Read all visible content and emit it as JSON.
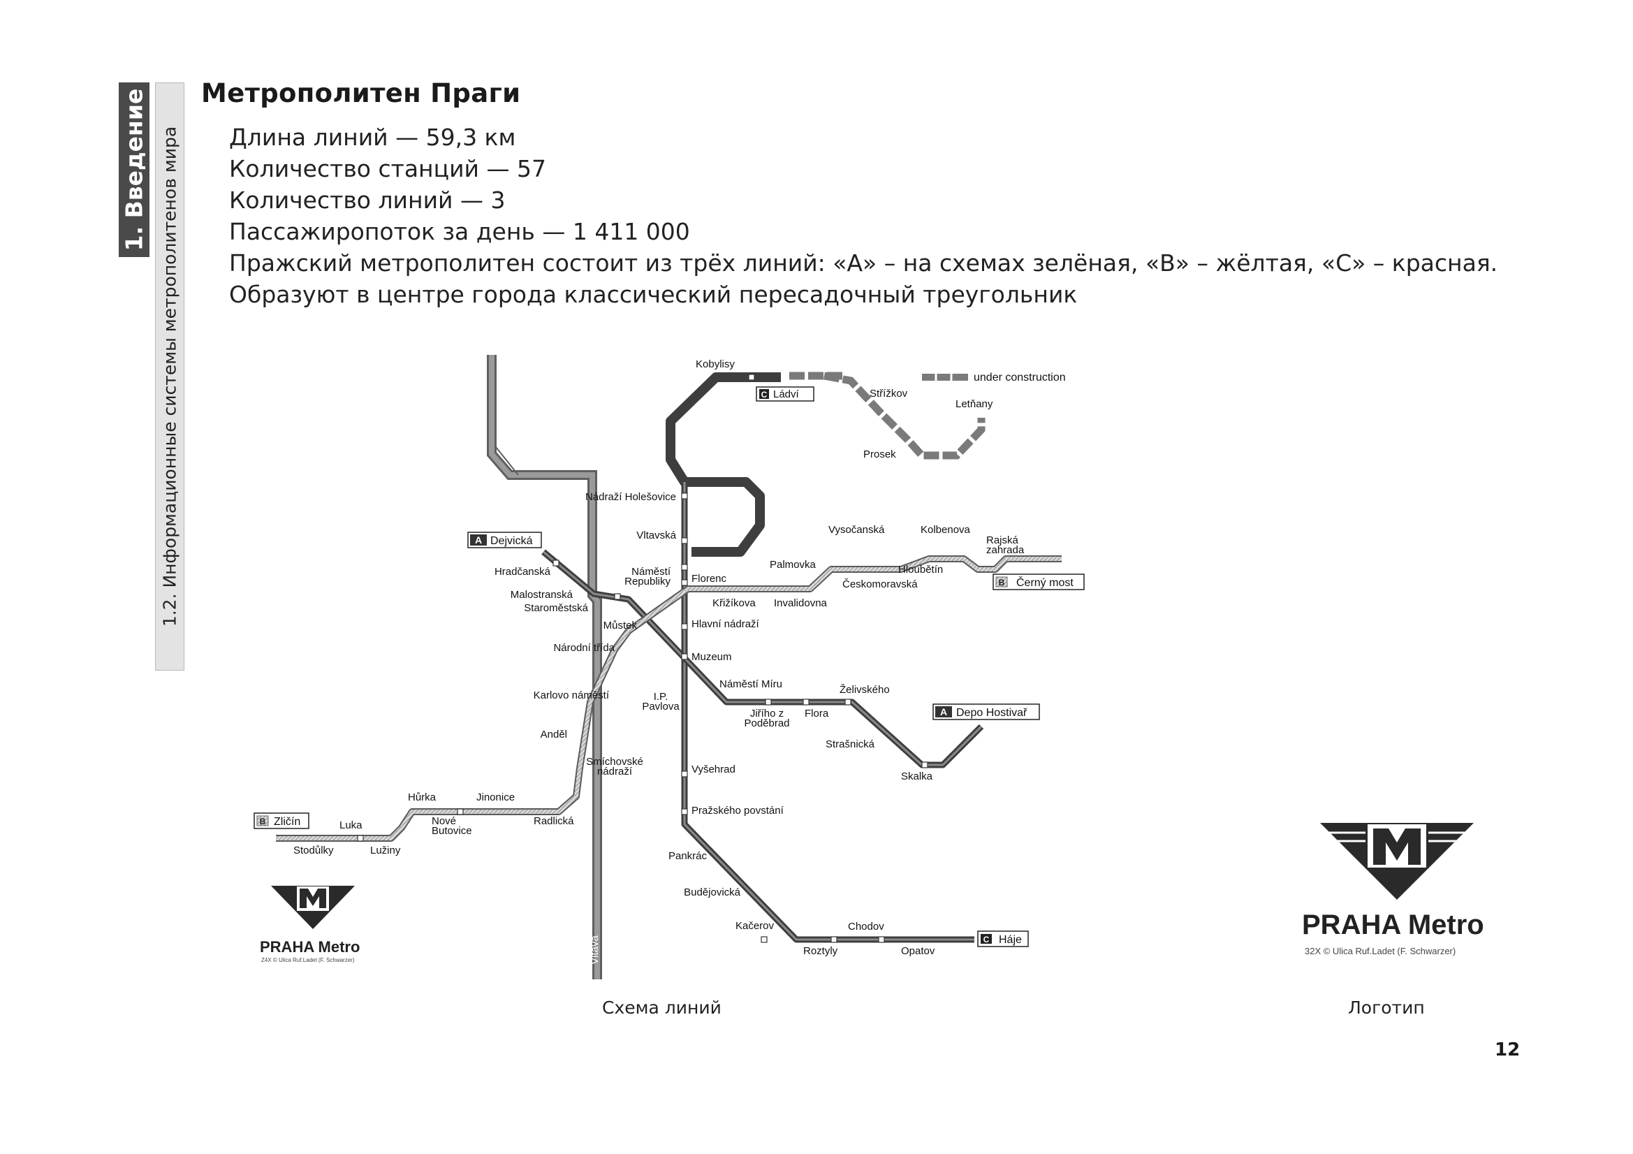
{
  "side_tabs": {
    "chapter": "1. Введение",
    "section": "1.2. Информационные системы метрополитенов мира"
  },
  "title": "Метрополитен Праги",
  "facts": [
    "Длина линий — 59,3 км",
    "Количество станций — 57",
    "Количество линий — 3",
    "Пассажиропоток за день — 1 411 000",
    "Пражский метрополитен состоит из трёх линий:  «А» – на схемах зелёная, «В» – жёлтая, «С» – красная.",
    "Образуют в центре города классический пересадочный треугольник"
  ],
  "map": {
    "legend": "under construction",
    "terminals": [
      {
        "letter": "C",
        "name": "Ládví"
      },
      {
        "letter": "A",
        "name": "Dejvická"
      },
      {
        "letter": "B",
        "name": "Černý most"
      },
      {
        "letter": "A",
        "name": "Depo Hostivař"
      },
      {
        "letter": "B",
        "name": "Zličín"
      },
      {
        "letter": "C",
        "name": "Háje"
      }
    ],
    "stations": [
      "Kobylisy",
      "Střížkov",
      "Letňany",
      "Prosek",
      "Nádraží Holešovice",
      "Vltavská",
      "Vysočanská",
      "Kolbenova",
      "Rajská zahrada",
      "Palmovka",
      "Hloubětín",
      "Českomoravská",
      "Hradčanská",
      "Malostranská",
      "Staroměstská",
      "Náměstí Republiky",
      "Florenc",
      "Křižíkova",
      "Invalidovna",
      "Můstek",
      "Hlavní nádraží",
      "Národní třída",
      "Muzeum",
      "Náměstí Míru",
      "Želivského",
      "Jiřího z Poděbrad",
      "Flora",
      "Karlovo náměstí",
      "I.P. Pavlova",
      "Strašnická",
      "Skalka",
      "Anděl",
      "Smíchovské nádraží",
      "Vyšehrad",
      "Pražského povstání",
      "Hůrka",
      "Jinonice",
      "Luka",
      "Nové Butovice",
      "Radlická",
      "Stodůlky",
      "Lužiny",
      "Pankrác",
      "Budějovická",
      "Kačerov",
      "Chodov",
      "Roztyly",
      "Opatov"
    ],
    "river": "Vltava"
  },
  "logo": {
    "name": "PRAHA Metro",
    "subline_big": "32X © Ulica Ruf.Ladet (F. Schwarzer)",
    "subline_small": "Z4X © Ulica Ruf.Ladet (F. Schwarzer)"
  },
  "captions": {
    "map": "Схема линий",
    "logo": "Логотип"
  },
  "page_number": "12",
  "colors": {
    "line_dark": "#4d4d4d",
    "line_light": "#aaaaaa",
    "construction": "#8c8c8c",
    "tab_dark": "#4a4a4a",
    "tab_light": "#e3e3e3"
  }
}
